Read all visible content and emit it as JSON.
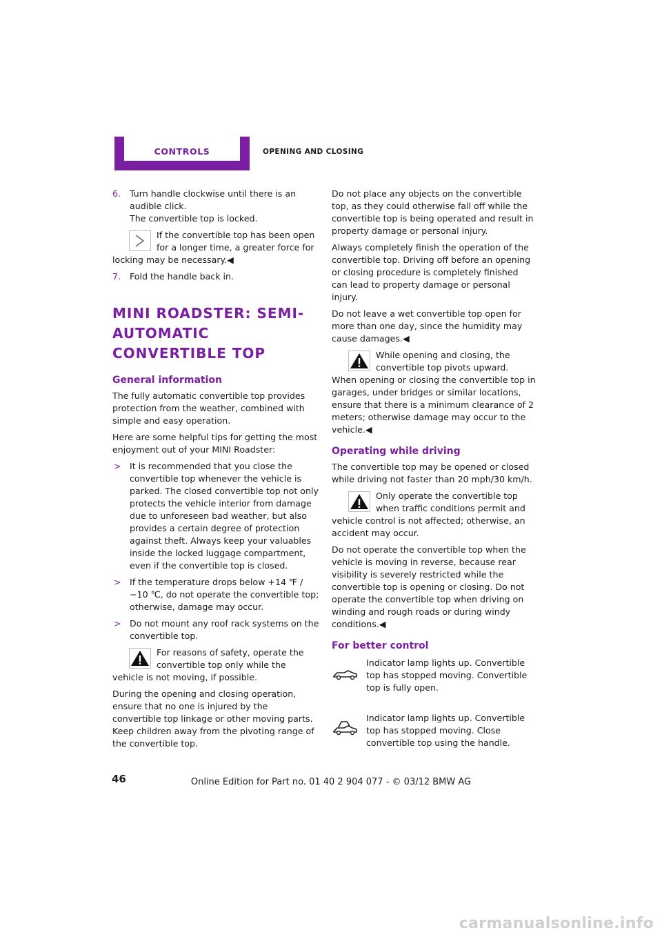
{
  "header": {
    "chapter": "CONTROLS",
    "section": "OPENING AND CLOSING",
    "accent_color": "#7a1fa2"
  },
  "left": {
    "step6": {
      "num": "6.",
      "text": "Turn handle clockwise until there is an audible click.",
      "sub": "The convertible top is locked."
    },
    "note1": "If the convertible top has been open for a longer time, a greater force for locking may be necessary.◀",
    "step7": {
      "num": "7.",
      "text": "Fold the handle back in."
    },
    "heading": "MINI ROADSTER: SEMI-AUTOMATIC CONVERTIBLE TOP",
    "subheading": "General information",
    "p1": "The fully automatic convertible top provides protection from the weather, combined with simple and easy operation.",
    "p2": "Here are some helpful tips for getting the most enjoyment out of your MINI Roadster:",
    "bullets": [
      "It is recommended that you close the convertible top whenever the vehicle is parked. The closed convertible top not only protects the vehicle interior from damage due to unforeseen bad weather, but also provides a certain degree of protection against theft. Always keep your valuables inside the locked luggage compartment, even if the convertible top is closed.",
      "If the temperature drops below +14 ℉ / −10 ℃, do not operate the convertible top; otherwise, damage may occur.",
      "Do not mount any roof rack systems on the convertible top."
    ],
    "warning1": "For reasons of safety, operate the convertible top only while the vehicle is not moving, if possible.",
    "p3": "During the opening and closing operation, ensure that no one is injured by the convertible top linkage or other moving parts. Keep children away from the pivoting range of the convertible top."
  },
  "right": {
    "p1": "Do not place any objects on the convertible top, as they could otherwise fall off while the convertible top is being operated and result in property damage or personal injury.",
    "p2": "Always completely finish the operation of the convertible top. Driving off before an opening or closing procedure is completely finished can lead to property damage or personal injury.",
    "p3": "Do not leave a wet convertible top open for more than one day, since the humidity may cause damages.◀",
    "warning1": "While opening and closing, the convertible top pivots upward. When opening or closing the convertible top in garages, under bridges or similar locations, ensure that there is a minimum clearance of 2 meters; otherwise damage may occur to the vehicle.◀",
    "heading1": "Operating while driving",
    "p4": "The convertible top may be opened or closed while driving not faster than 20 mph/30 km/h.",
    "warning2": "Only operate the convertible top when traffic conditions permit and vehicle control is not affected; otherwise, an accident may occur.",
    "p5": "Do not operate the convertible top when the vehicle is moving in reverse, because rear visibility is severely restricted while the convertible top is opening or closing. Do not operate the convertible top when driving on winding and rough roads or during windy conditions.◀",
    "heading2": "For better control",
    "indicator1": "Indicator lamp lights up. Convertible top has stopped moving. Convertible top is fully open.",
    "indicator2": "Indicator lamp lights up. Convertible top has stopped moving. Close convertible top using the handle."
  },
  "footer": {
    "page": "46",
    "edition": "Online Edition for Part no. 01 40 2 904 077 - © 03/12 BMW AG"
  },
  "watermark": "carmanualsonline.info"
}
